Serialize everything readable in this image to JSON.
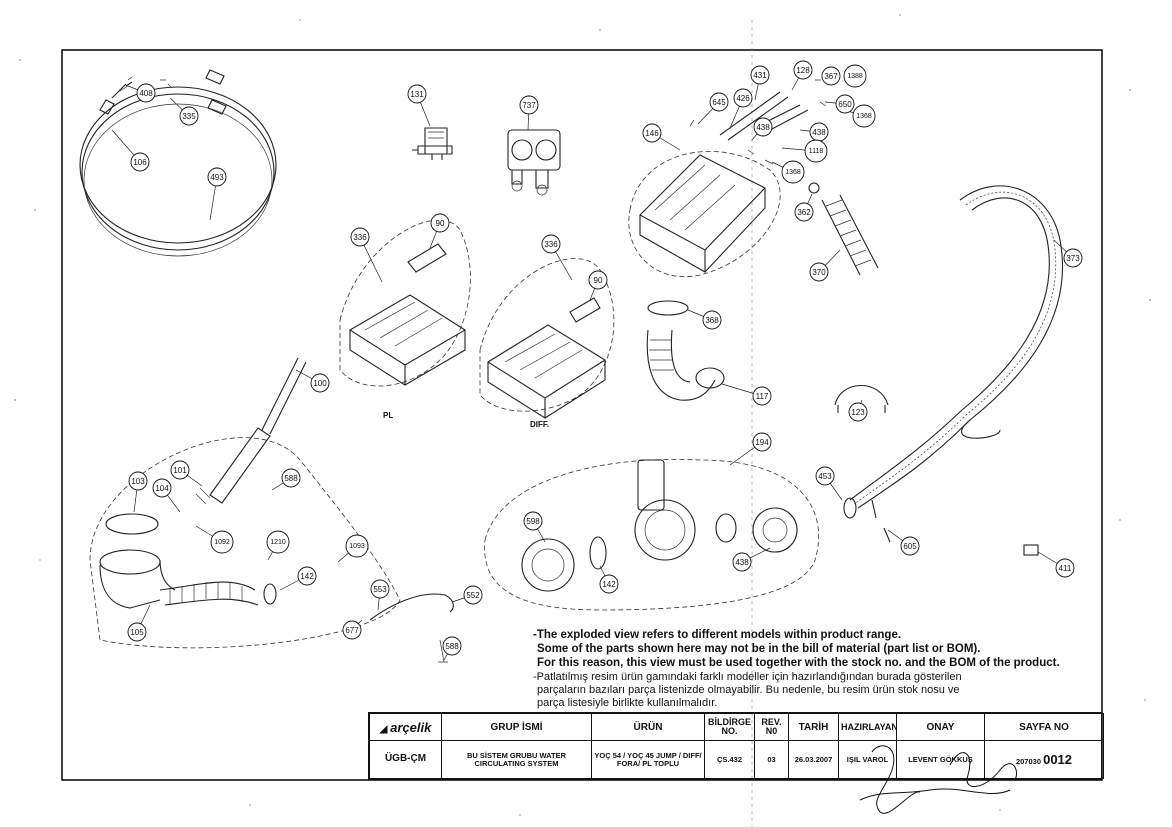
{
  "callouts": [
    {
      "id": "c408",
      "label": "408"
    },
    {
      "id": "c335",
      "label": "335"
    },
    {
      "id": "c106",
      "label": "106"
    },
    {
      "id": "c493",
      "label": "493"
    },
    {
      "id": "c131",
      "label": "131"
    },
    {
      "id": "c737",
      "label": "737"
    },
    {
      "id": "c645",
      "label": "645"
    },
    {
      "id": "c426",
      "label": "426"
    },
    {
      "id": "c431",
      "label": "431"
    },
    {
      "id": "c128",
      "label": "128"
    },
    {
      "id": "c367",
      "label": "367"
    },
    {
      "id": "c1388",
      "label": "1388"
    },
    {
      "id": "c650",
      "label": "650"
    },
    {
      "id": "c1368a",
      "label": "1368"
    },
    {
      "id": "c438a",
      "label": "438"
    },
    {
      "id": "c438b",
      "label": "438"
    },
    {
      "id": "c1118",
      "label": "1118"
    },
    {
      "id": "c1368b",
      "label": "1368"
    },
    {
      "id": "c146",
      "label": "146"
    },
    {
      "id": "c362",
      "label": "362"
    },
    {
      "id": "c370",
      "label": "370"
    },
    {
      "id": "c373",
      "label": "373"
    },
    {
      "id": "c336a",
      "label": "336"
    },
    {
      "id": "c90a",
      "label": "90"
    },
    {
      "id": "c336b",
      "label": "336"
    },
    {
      "id": "c90b",
      "label": "90"
    },
    {
      "id": "c368",
      "label": "368"
    },
    {
      "id": "c117",
      "label": "117"
    },
    {
      "id": "c123",
      "label": "123"
    },
    {
      "id": "c100",
      "label": "100"
    },
    {
      "id": "c101",
      "label": "101"
    },
    {
      "id": "c103",
      "label": "103"
    },
    {
      "id": "c104",
      "label": "104"
    },
    {
      "id": "c588a",
      "label": "588"
    },
    {
      "id": "c1092",
      "label": "1092"
    },
    {
      "id": "c1210",
      "label": "1210"
    },
    {
      "id": "c1093",
      "label": "1093"
    },
    {
      "id": "c142a",
      "label": "142"
    },
    {
      "id": "c105",
      "label": "105"
    },
    {
      "id": "c553",
      "label": "553"
    },
    {
      "id": "c552",
      "label": "552"
    },
    {
      "id": "c677",
      "label": "677"
    },
    {
      "id": "c588b",
      "label": "588"
    },
    {
      "id": "c194",
      "label": "194"
    },
    {
      "id": "c598",
      "label": "598"
    },
    {
      "id": "c142b",
      "label": "142"
    },
    {
      "id": "c438c",
      "label": "438"
    },
    {
      "id": "c453",
      "label": "453"
    },
    {
      "id": "c605",
      "label": "605"
    },
    {
      "id": "c411",
      "label": "411"
    }
  ],
  "part_labels": {
    "pl": "PL",
    "diff": "DIFF."
  },
  "notes": [
    "-The exploded view refers to different models within product range.",
    "Some of the parts shown here may not be in the bill of material (part list or BOM).",
    "For this reason, this view must be used together with the stock no. and the BOM of the product.",
    "-Patlatılmış resim ürün gamındaki farklı modeller için hazırlandığından burada gösterilen",
    "parçaların bazıları parça listenizde olmayabilir. Bu nedenle, bu resim ürün stok nosu ve",
    "parça listesiyle birlikte kullanılmalıdır."
  ],
  "title_block": {
    "logo": "arçelik",
    "headers": {
      "grup_ismi": "GRUP İSMİ",
      "urun": "ÜRÜN",
      "bildirge_no": "BİLDİRGE NO.",
      "rev_no": "REV. N0",
      "tarih": "TARİH",
      "hazirlayan": "HAZIRLAYAN",
      "onay": "ONAY",
      "sayfa_no": "SAYFA NO"
    },
    "values": {
      "code": "ÜGB-ÇM",
      "grup_ismi": "BU SİSTEM GRUBU WATER CIRCULATING SYSTEM",
      "urun": "YOÇ 54 / YOÇ 45 JUMP / DIFF/ FORA/ PL TOPLU",
      "bildirge_no": "ÇS.432",
      "rev_no": "03",
      "tarih": "26.03.2007",
      "hazirlayan": "IŞIL VAROL",
      "onay": "LEVENT GÖKKUŞ",
      "sayfa_prefix": "207030",
      "sayfa_num": "0012"
    }
  }
}
